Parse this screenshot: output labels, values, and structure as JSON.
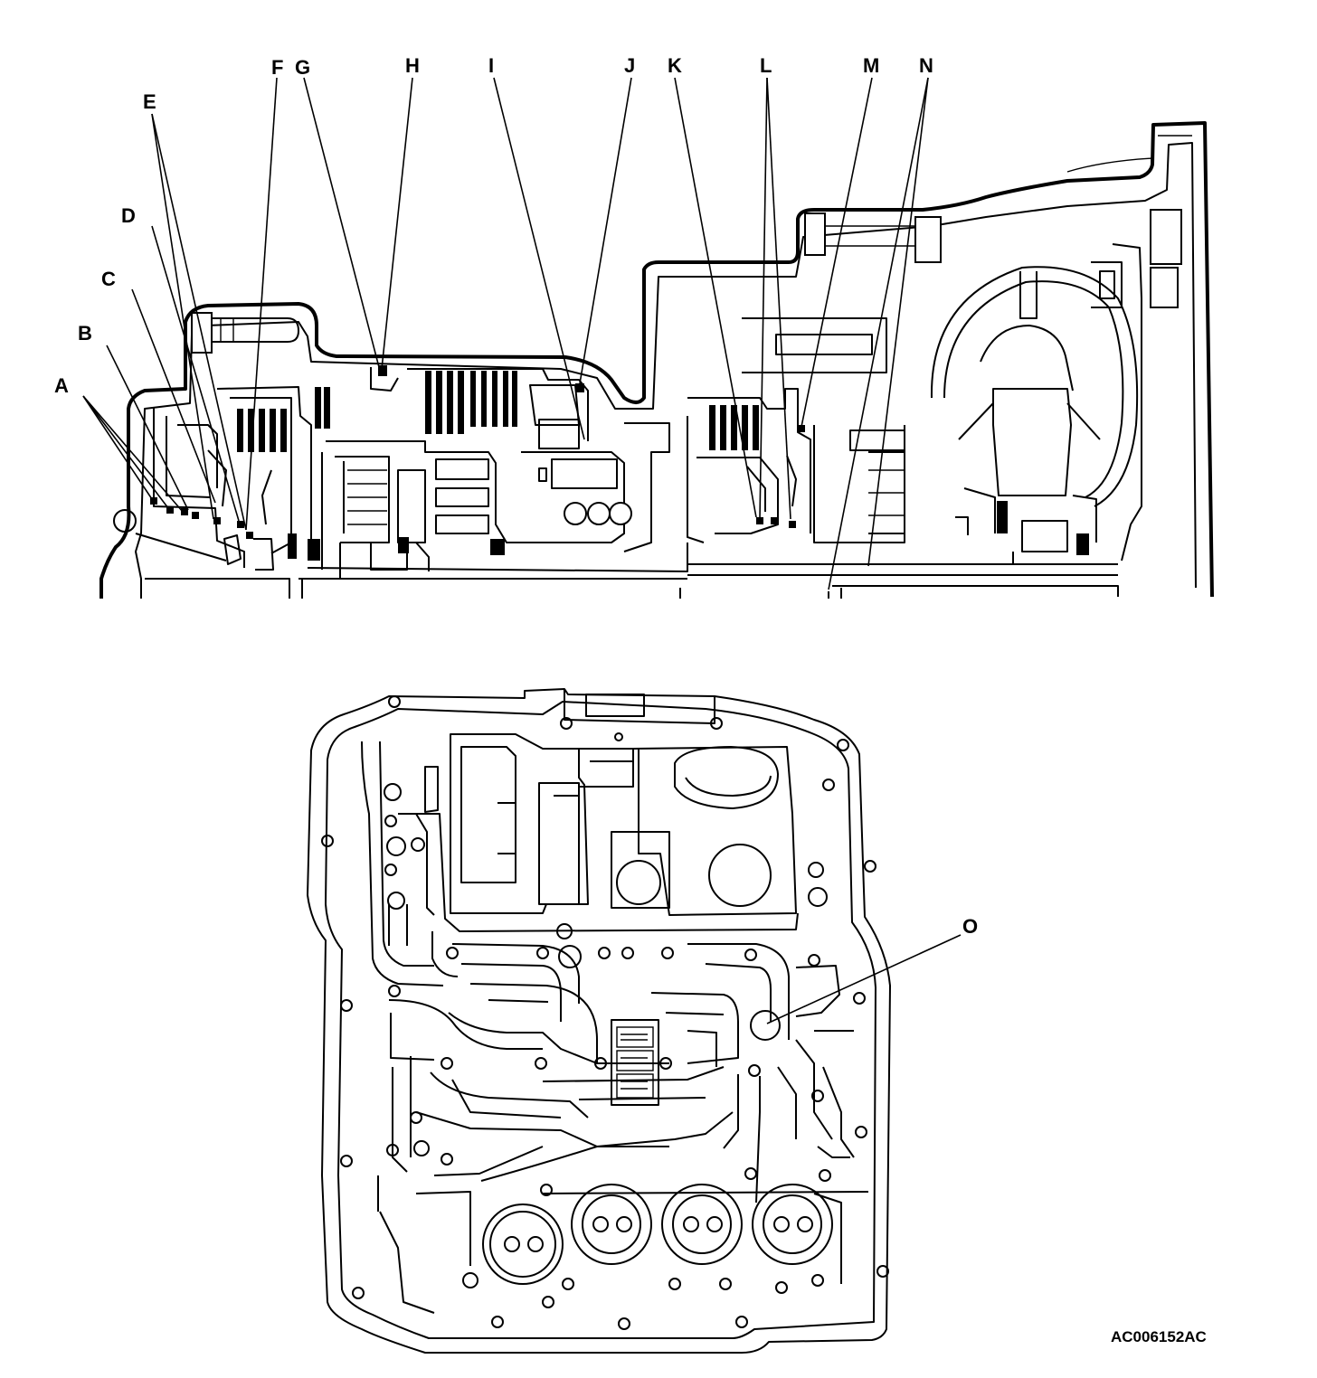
{
  "figure_code": "AC006152AC",
  "callouts": [
    {
      "id": "a",
      "text": "A"
    },
    {
      "id": "b",
      "text": "B"
    },
    {
      "id": "c",
      "text": "C"
    },
    {
      "id": "d",
      "text": "D"
    },
    {
      "id": "e",
      "text": "E"
    },
    {
      "id": "f",
      "text": "F"
    },
    {
      "id": "g",
      "text": "G"
    },
    {
      "id": "h",
      "text": "H"
    },
    {
      "id": "i",
      "text": "I"
    },
    {
      "id": "j",
      "text": "J"
    },
    {
      "id": "k",
      "text": "K"
    },
    {
      "id": "l",
      "text": "L"
    },
    {
      "id": "m",
      "text": "M"
    },
    {
      "id": "n",
      "text": "N"
    },
    {
      "id": "o",
      "text": "O"
    }
  ]
}
